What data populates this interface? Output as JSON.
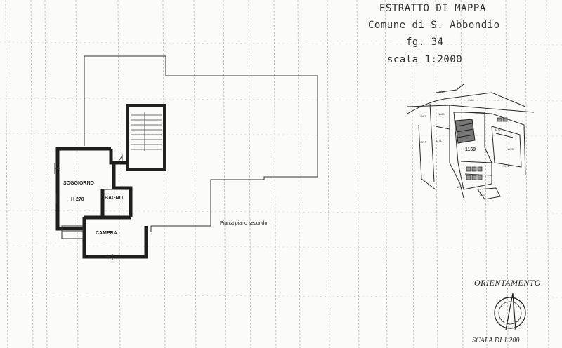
{
  "header": {
    "line1": "ESTRATTO DI MAPPA",
    "line2": "Comune di S. Abbondio",
    "line3": "fg. 34",
    "line4": "scala 1:2000"
  },
  "floor_plan": {
    "rooms": [
      {
        "id": "soggiorno",
        "label": "SOGGIORNO",
        "sublabel": "H 270"
      },
      {
        "id": "bagno",
        "label": "BAGNO"
      },
      {
        "id": "camera",
        "label": "CAMERA"
      }
    ],
    "caption": "Pianta piano secondo"
  },
  "cadastral_map": {
    "parcel_numbers": [
      "1165",
      "1166",
      "1167",
      "1168",
      "1169",
      "1170",
      "1171",
      "1172",
      "1173",
      "1174",
      "1175",
      "1176"
    ]
  },
  "orientation": {
    "label": "ORIENTAMENTO",
    "scale": "SCALA DI 1.200"
  },
  "colors": {
    "paper": "#fbfbf9",
    "ink": "#222222",
    "scan_lines": "#b8b8b8"
  }
}
